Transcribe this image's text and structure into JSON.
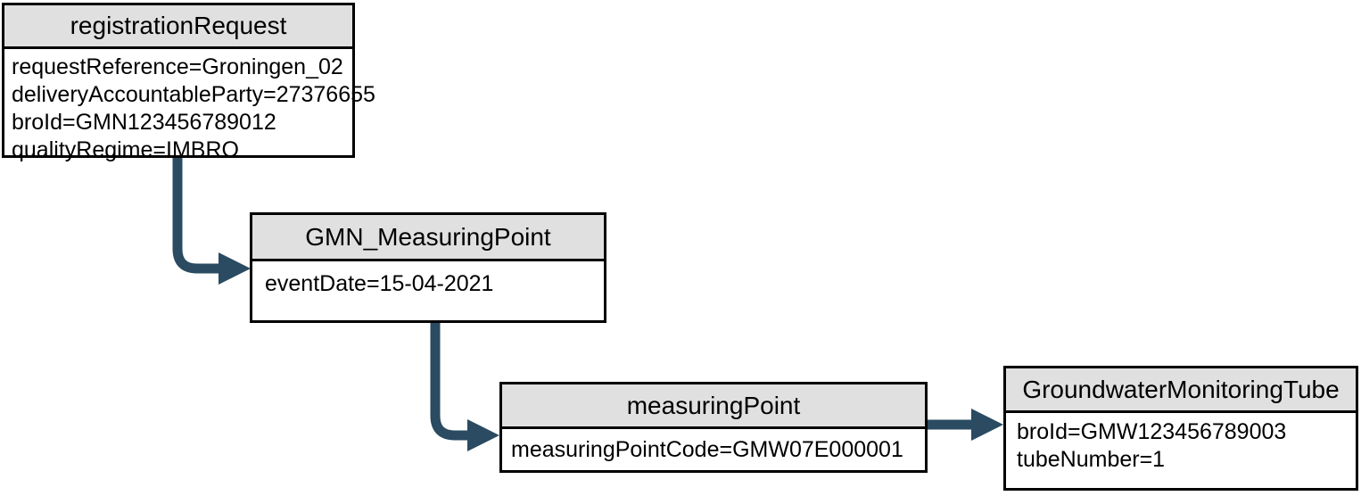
{
  "diagram": {
    "style": {
      "arrow_color": "#2A4B61",
      "header_fill": "#E0E0E0",
      "border_color": "#000000",
      "background": "#FFFFFF"
    },
    "nodes": [
      {
        "id": "registrationRequest",
        "title": "registrationRequest",
        "attributes": [
          "requestReference=Groningen_02",
          "deliveryAccountableParty=27376655",
          "broId=GMN123456789012",
          "qualityRegime=IMBRO"
        ]
      },
      {
        "id": "GMN_MeasuringPoint",
        "title": "GMN_MeasuringPoint",
        "attributes": [
          "eventDate=15-04-2021"
        ]
      },
      {
        "id": "measuringPoint",
        "title": "measuringPoint",
        "attributes": [
          "measuringPointCode=GMW07E000001"
        ]
      },
      {
        "id": "GroundwaterMonitoringTube",
        "title": "GroundwaterMonitoringTube",
        "attributes": [
          "broId=GMW123456789003",
          "tubeNumber=1"
        ]
      }
    ],
    "edges": [
      {
        "from": "registrationRequest",
        "to": "GMN_MeasuringPoint"
      },
      {
        "from": "GMN_MeasuringPoint",
        "to": "measuringPoint"
      },
      {
        "from": "measuringPoint",
        "to": "GroundwaterMonitoringTube"
      }
    ]
  }
}
